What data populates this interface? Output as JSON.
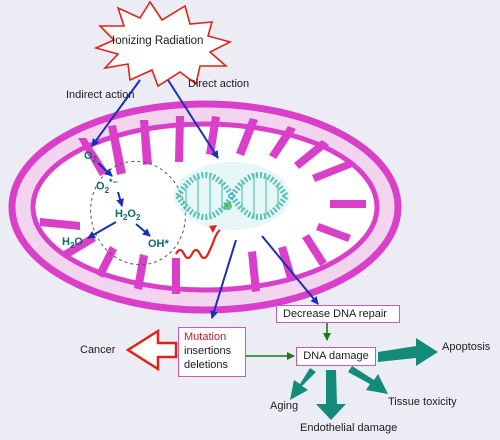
{
  "colors": {
    "background": "#ececf4",
    "mito_membrane": "#d93fc9",
    "arrow_blue": "#1a2fb8",
    "arrow_green": "#1a7a1a",
    "arrow_teal": "#138a7a",
    "cancer_arrow": "#e0231a",
    "radiation_star": "#e0231a",
    "box_border": "#c75ab5",
    "molecule_text": "#0f6b6b",
    "mutation_text": "#c0182a"
  },
  "icons": {
    "radiation": "starburst-icon",
    "dna": "dna-helix-icon",
    "ray": "wavy-ray-icon"
  },
  "radiation": {
    "label": "Ionizing Radiation"
  },
  "paths": {
    "indirect": "Indirect action",
    "direct": "Direct action"
  },
  "ros": {
    "o2": "O",
    "superoxide": "O",
    "h2o2_h": "H",
    "h2o2_o": "O",
    "h2o": "H",
    "h2o_o": "O",
    "oh": "OH*",
    "sub2": "2",
    "sub2b": "2",
    "sub2c": "2",
    "sub2d": "2",
    "sub2e": "2",
    "sup_star": "*−"
  },
  "mutation": {
    "title": "Mutation",
    "line2": "insertions",
    "line3": "deletions"
  },
  "outcomes": {
    "cancer": "Cancer",
    "repair": "Decrease DNA repair",
    "damage": "DNA damage",
    "apoptosis": "Apoptosis",
    "aging": "Aging",
    "endothelial": "Endothelial damage",
    "tissue": "Tissue toxicity"
  }
}
